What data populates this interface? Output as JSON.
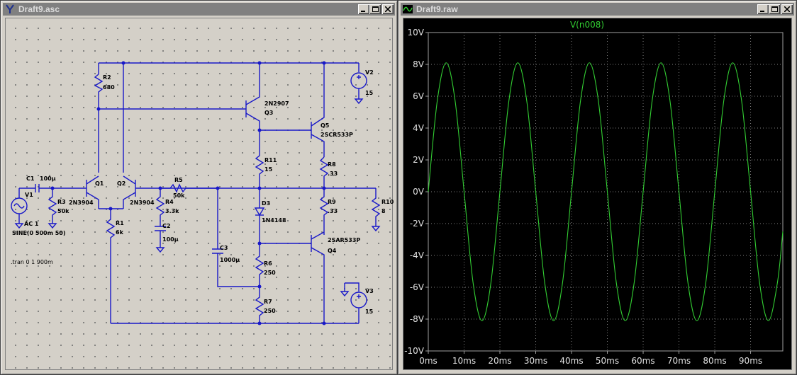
{
  "schematic_window": {
    "title": "Draft9.asc"
  },
  "plot_window": {
    "title": "Draft9.raw",
    "trace_label": "V(n008)"
  },
  "schematic": {
    "components": {
      "r2": {
        "name": "R2",
        "value": "680"
      },
      "v2": {
        "name": "V2",
        "value": "15"
      },
      "q3": {
        "name": "Q3",
        "model": "2N2907"
      },
      "q5": {
        "name": "Q5",
        "model": "2SCR533P"
      },
      "r8": {
        "name": "R8",
        "value": ".33"
      },
      "r11": {
        "name": "R11",
        "value": "15"
      },
      "c1": {
        "name": "C1",
        "value": "100µ"
      },
      "q1": {
        "name": "Q1",
        "model": "2N3904"
      },
      "q2": {
        "name": "Q2",
        "model": "2N3904"
      },
      "r5": {
        "name": "R5",
        "value": "50k"
      },
      "r4": {
        "name": "R4",
        "value": "3.3k"
      },
      "v1": {
        "name": "V1",
        "ac": "AC 1",
        "source": "SINE(0 500m 50)"
      },
      "r3": {
        "name": "R3",
        "value": "50k"
      },
      "r1": {
        "name": "R1",
        "value": "6k"
      },
      "c2": {
        "name": "C2",
        "value": "100µ"
      },
      "d3": {
        "name": "D3",
        "model": "1N4148"
      },
      "r9": {
        "name": "R9",
        "value": ".33"
      },
      "r10": {
        "name": "R10",
        "value": "8"
      },
      "q4": {
        "name": "Q4",
        "model": "2SAR533P"
      },
      "c3": {
        "name": "C3",
        "value": "1000µ"
      },
      "r6": {
        "name": "R6",
        "value": "250"
      },
      "v3": {
        "name": "V3",
        "value": "15"
      },
      "r7": {
        "name": "R7",
        "value": "250"
      }
    },
    "directive": ".tran 0 1 900m"
  },
  "chart_data": {
    "type": "line",
    "title": "V(n008)",
    "y_unit": "V",
    "x_unit": "ms",
    "ylim": [
      -10,
      10
    ],
    "xlim": [
      0,
      99
    ],
    "y_ticks": [
      "10V",
      "8V",
      "6V",
      "4V",
      "2V",
      "0V",
      "-2V",
      "-4V",
      "-6V",
      "-8V",
      "-10V"
    ],
    "x_ticks": [
      "0ms",
      "10ms",
      "20ms",
      "30ms",
      "40ms",
      "50ms",
      "60ms",
      "70ms",
      "80ms",
      "90ms"
    ],
    "grid": true,
    "series": [
      {
        "name": "V(n008)",
        "color": "#32cd32",
        "x": [
          0,
          2.5,
          5,
          7.5,
          10,
          12.5,
          15,
          17.5,
          20,
          22.5,
          25,
          27.5,
          30,
          32.5,
          35,
          37.5,
          40,
          42.5,
          45,
          47.5,
          50,
          52.5,
          55,
          57.5,
          60,
          62.5,
          65,
          67.5,
          70,
          72.5,
          75,
          77.5,
          80,
          82.5,
          85,
          87.5,
          90,
          92.5,
          95,
          97.5,
          99
        ],
        "y": [
          0,
          5.7,
          8.1,
          5.7,
          0,
          -5.7,
          -8.1,
          -5.7,
          0,
          5.7,
          8.1,
          5.7,
          0,
          -5.7,
          -8.1,
          -5.7,
          0,
          5.7,
          8.1,
          5.7,
          0,
          -5.7,
          -8.1,
          -5.7,
          0,
          5.7,
          8.1,
          5.7,
          0,
          -5.7,
          -8.1,
          -5.7,
          0,
          5.7,
          8.1,
          5.7,
          0,
          -5.7,
          -8.1,
          -5.7,
          -2.5
        ]
      }
    ]
  }
}
